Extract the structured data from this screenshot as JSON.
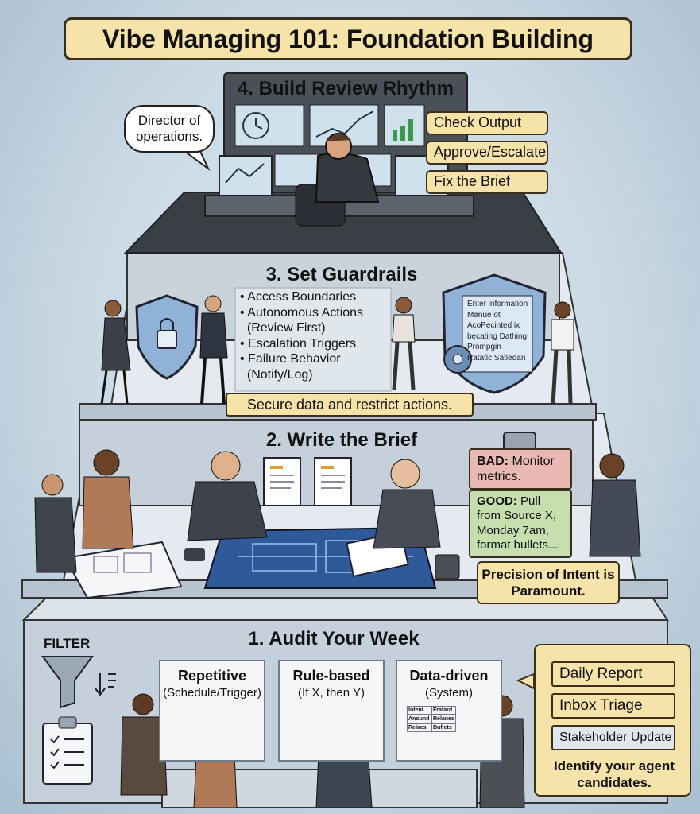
{
  "title": "Vibe Managing 101: Foundation Building",
  "tier4": {
    "title": "4. Build Review Rhythm",
    "speech_bubble": "Director of operations.",
    "tags": [
      "Check Output",
      "Approve/Escalate",
      "Fix the Brief"
    ]
  },
  "tier3": {
    "title": "3. Set Guardrails",
    "bullets": [
      "Access Boundaries",
      "Autonomous Actions",
      "(Review First)",
      "Escalation Triggers",
      "Failure Behavior",
      "(Notify/Log)"
    ],
    "caption": "Secure data and restrict actions.",
    "screen_lines": [
      "Enter information",
      "Manue ot",
      "AcoPecinted ix",
      "becating Dathing",
      "Prompgin",
      "Ratatic Satiedan"
    ]
  },
  "tier2": {
    "title": "2. Write the Brief",
    "bad_label": "BAD:",
    "bad_text": "Monitor metrics.",
    "good_label": "GOOD:",
    "good_text": "Pull from Source X, Monday 7am, format bullets...",
    "precision": "Precision of Intent is Paramount."
  },
  "tier1": {
    "title": "1. Audit Your Week",
    "filter_label": "FILTER",
    "cards": [
      {
        "title": "Repetitive",
        "subtitle": "(Schedule/Trigger)"
      },
      {
        "title": "Rule-based",
        "subtitle": "(If X, then Y)"
      },
      {
        "title": "Data-driven",
        "subtitle": "(System)"
      }
    ],
    "table_cells": [
      "Intent",
      "Fratard",
      "Anound",
      "Relanes",
      "Relaes",
      "Bufiets"
    ],
    "candidates": [
      "Daily Report",
      "Inbox Triage",
      "Stakeholder Update"
    ],
    "candidates_caption": "Identify your agent candidates."
  },
  "colors": {
    "tag_fill": "#f6e3a9",
    "tier_face": "#c5d0da",
    "tier_top": "#dce4ea",
    "dark_top": "#3a3f46",
    "bad_note": "#e9b8b2",
    "good_note": "#c7deae",
    "shield": "#8fb2d6",
    "blueprint": "#2f5a9a"
  }
}
